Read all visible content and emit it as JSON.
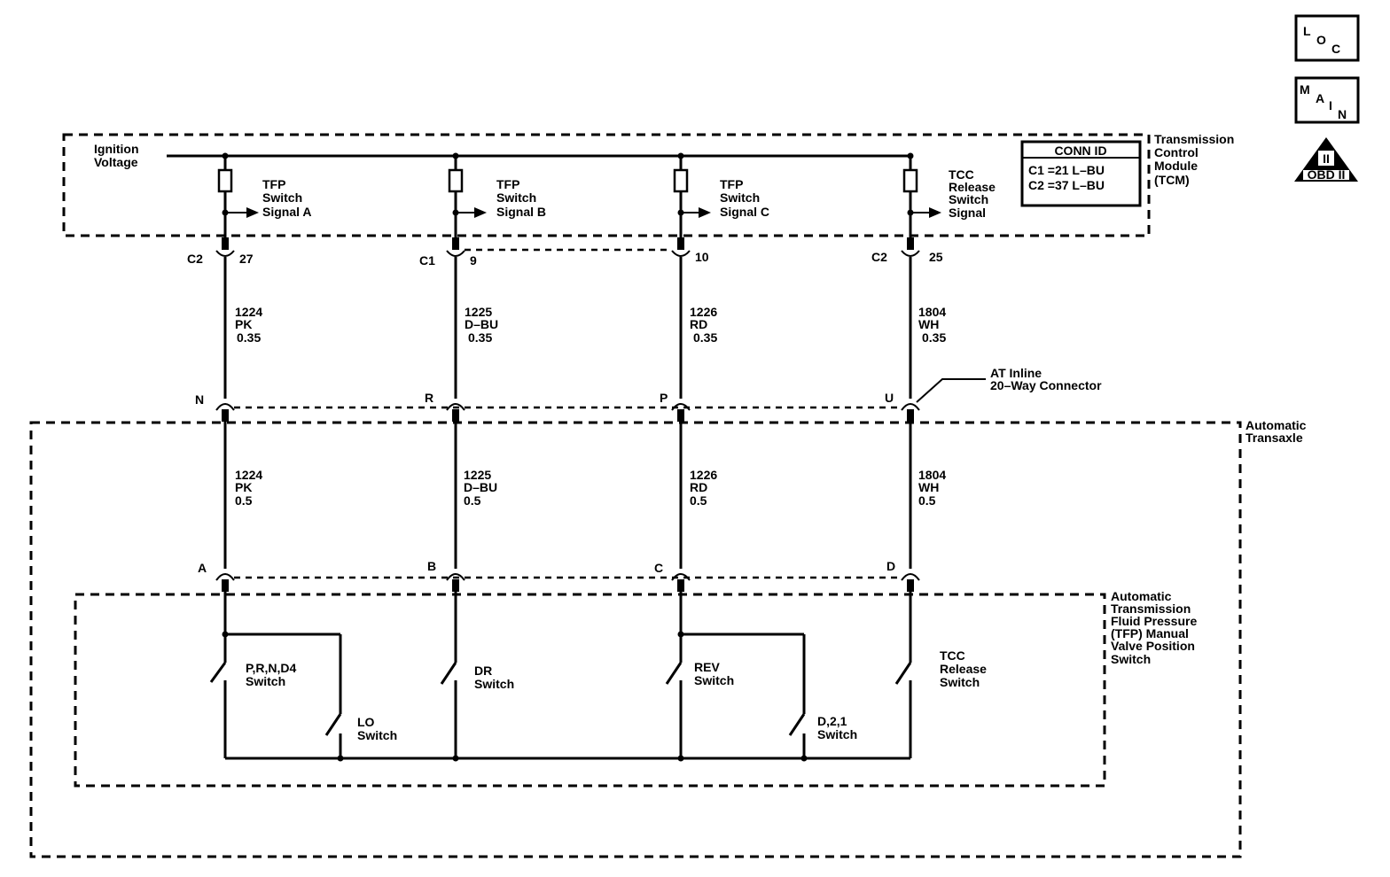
{
  "icons": {
    "loc": [
      "L",
      "O",
      "C"
    ],
    "main": [
      "M",
      "A",
      "I",
      "N"
    ],
    "obd_numeral": "II",
    "obd_label": "OBD II"
  },
  "tcm": {
    "label": [
      "Transmission",
      "Control",
      "Module",
      "(TCM)"
    ],
    "ignition": [
      "Ignition",
      "Voltage"
    ],
    "conn_id": {
      "title": "CONN ID",
      "rows": [
        "C1 =21 L–BU",
        "C2 =37 L–BU"
      ]
    }
  },
  "circuits": [
    {
      "signal": [
        "TFP",
        "Switch",
        "Signal A"
      ],
      "connector": "C2",
      "pin": "27",
      "upper_wire": [
        "1224",
        "PK",
        "0.35"
      ],
      "inline_pin": "N",
      "lower_wire": [
        "1224",
        "PK",
        "0.5"
      ],
      "switch_pin": "A"
    },
    {
      "signal": [
        "TFP",
        "Switch",
        "Signal B"
      ],
      "connector": "C1",
      "pin": "9",
      "upper_wire": [
        "1225",
        "D–BU",
        "0.35"
      ],
      "inline_pin": "R",
      "lower_wire": [
        "1225",
        "D–BU",
        "0.5"
      ],
      "switch_pin": "B"
    },
    {
      "signal": [
        "TFP",
        "Switch",
        "Signal C"
      ],
      "connector": "",
      "pin": "10",
      "upper_wire": [
        "1226",
        "RD",
        "0.35"
      ],
      "inline_pin": "P",
      "lower_wire": [
        "1226",
        "RD",
        "0.5"
      ],
      "switch_pin": "C"
    },
    {
      "signal": [
        "TCC",
        "Release",
        "Switch",
        "Signal"
      ],
      "connector": "C2",
      "pin": "25",
      "upper_wire": [
        "1804",
        "WH",
        "0.35"
      ],
      "inline_pin": "U",
      "lower_wire": [
        "1804",
        "WH",
        "0.5"
      ],
      "switch_pin": "D"
    }
  ],
  "inline_connector": [
    "AT Inline",
    "20–Way Connector"
  ],
  "transaxle": [
    "Automatic",
    "Transaxle"
  ],
  "switch_assembly": [
    "Automatic",
    "Transmission",
    "Fluid Pressure",
    "(TFP) Manual",
    "Valve Position",
    "Switch"
  ],
  "switches": {
    "prnd4": [
      "P,R,N,D4",
      "Switch"
    ],
    "lo": [
      "LO",
      "Switch"
    ],
    "dr": [
      "DR",
      "Switch"
    ],
    "rev": [
      "REV",
      "Switch"
    ],
    "d21": [
      "D,2,1",
      "Switch"
    ],
    "tcc": [
      "TCC",
      "Release",
      "Switch"
    ]
  }
}
